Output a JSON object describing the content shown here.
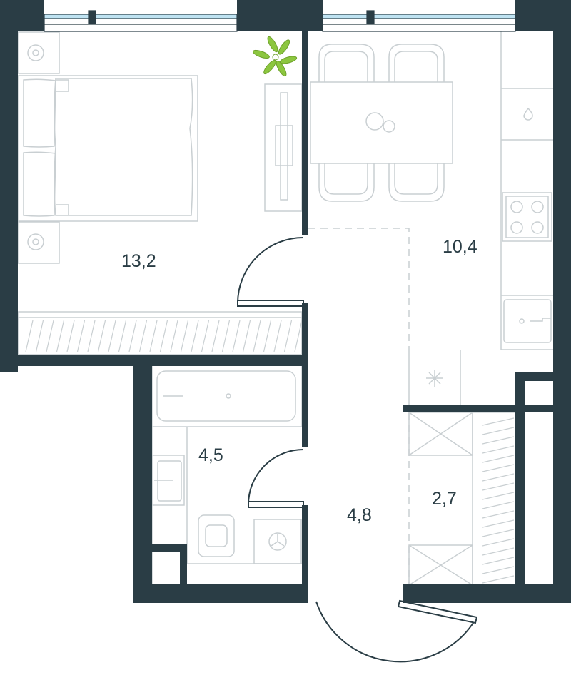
{
  "rooms": [
    {
      "id": "bedroom",
      "area": "13,2"
    },
    {
      "id": "kitchen",
      "area": "10,4"
    },
    {
      "id": "bathroom",
      "area": "4,5"
    },
    {
      "id": "hallway",
      "area": "4,8"
    },
    {
      "id": "storage",
      "area": "2,7"
    }
  ],
  "colors": {
    "wall": "#2a3d45",
    "line": "#c9cfd2",
    "glass": "#bfe3f2",
    "plant": "#8cc63f"
  },
  "icons": [
    "bed-icon",
    "nightstand-icon",
    "plant-icon",
    "tv-icon",
    "dining-table-icon",
    "chair-icon",
    "stove-icon",
    "sink-icon",
    "bathtub-icon",
    "toilet-icon",
    "washing-machine-icon",
    "door-icon",
    "window-icon"
  ]
}
